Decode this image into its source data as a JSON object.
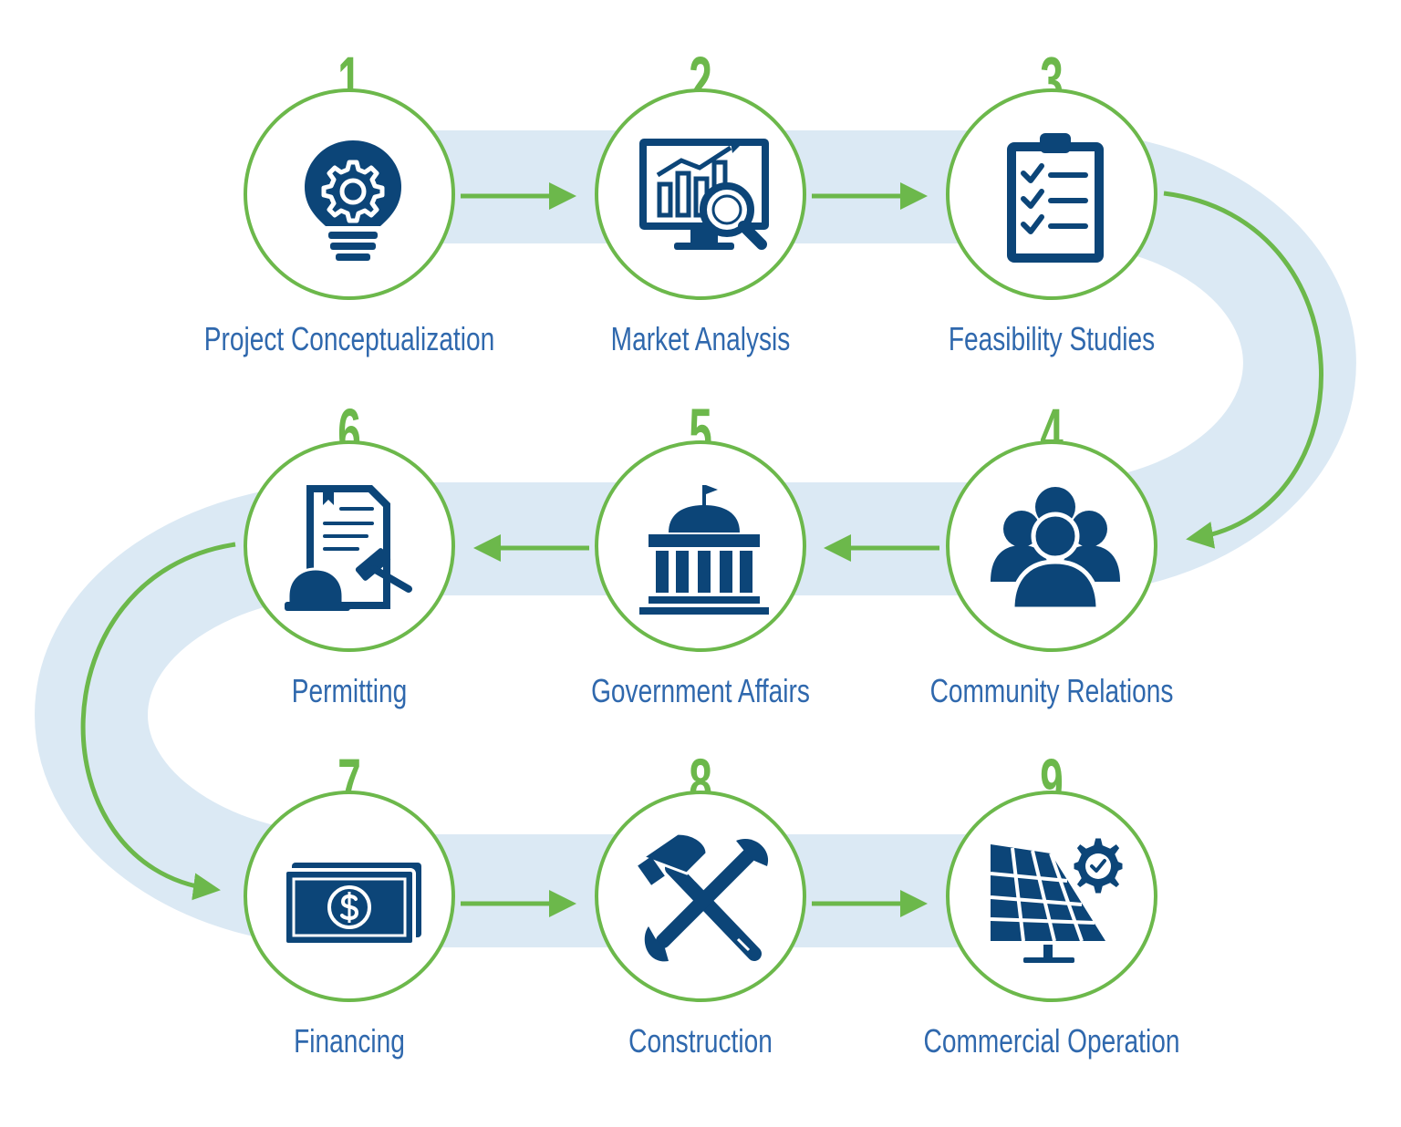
{
  "colors": {
    "accent_green": "#6cb84b",
    "path_blue": "#dbe9f4",
    "icon_navy": "#0c4578",
    "label_blue": "#2f68ad"
  },
  "steps": [
    {
      "number": "1",
      "label": "Project Conceptualization",
      "icon": "lightbulb-gear-icon"
    },
    {
      "number": "2",
      "label": "Market Analysis",
      "icon": "monitor-chart-magnifier-icon"
    },
    {
      "number": "3",
      "label": "Feasibility Studies",
      "icon": "clipboard-checklist-icon"
    },
    {
      "number": "4",
      "label": "Community Relations",
      "icon": "people-group-icon"
    },
    {
      "number": "5",
      "label": "Government Affairs",
      "icon": "government-building-icon"
    },
    {
      "number": "6",
      "label": "Permitting",
      "icon": "document-gavel-hardhat-icon"
    },
    {
      "number": "7",
      "label": "Financing",
      "icon": "money-bills-icon"
    },
    {
      "number": "8",
      "label": "Construction",
      "icon": "hammer-wrench-icon"
    },
    {
      "number": "9",
      "label": "Commercial Operation",
      "icon": "solar-panel-gear-icon"
    }
  ]
}
